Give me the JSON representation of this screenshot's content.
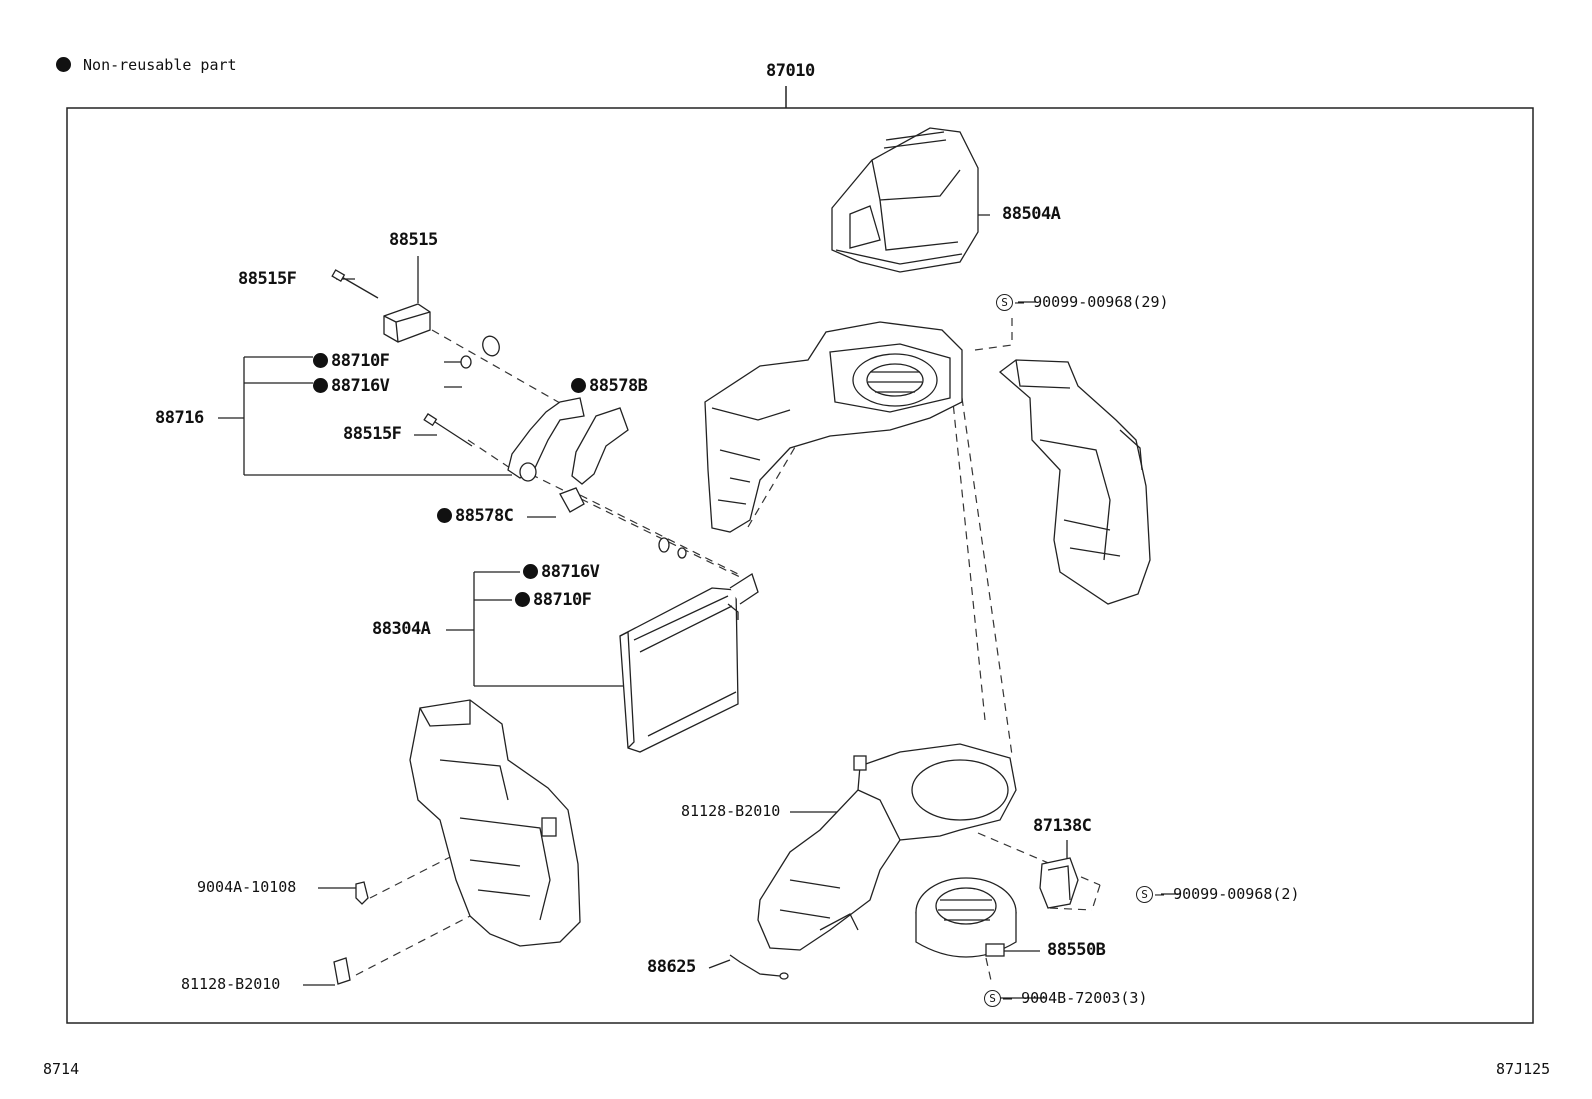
{
  "legend": {
    "symbol": "●",
    "text": "Non-reusable part"
  },
  "assembly_number": "87010",
  "footer": {
    "left": "8714",
    "right": "87J125"
  },
  "parts": {
    "p88504A": "88504A",
    "p90099_00968_29": "90099-00968(29)",
    "p88515": "88515",
    "p88515F_top": "88515F",
    "p88710F_top": "88710F",
    "p88716V_top": "88716V",
    "p88716": "88716",
    "p88578B": "88578B",
    "p88515F_mid": "88515F",
    "p88578C": "88578C",
    "p88716V_bot": "88716V",
    "p88710F_bot": "88710F",
    "p88304A": "88304A",
    "p81128_B2010_right": "81128-B2010",
    "p87138C": "87138C",
    "p90099_00968_2": "90099-00968(2)",
    "p9004A_10108": "9004A-10108",
    "p88550B": "88550B",
    "p81128_B2010_left": "81128-B2010",
    "p88625": "88625",
    "p9004B_72003_3": "9004B-72003(3)"
  }
}
